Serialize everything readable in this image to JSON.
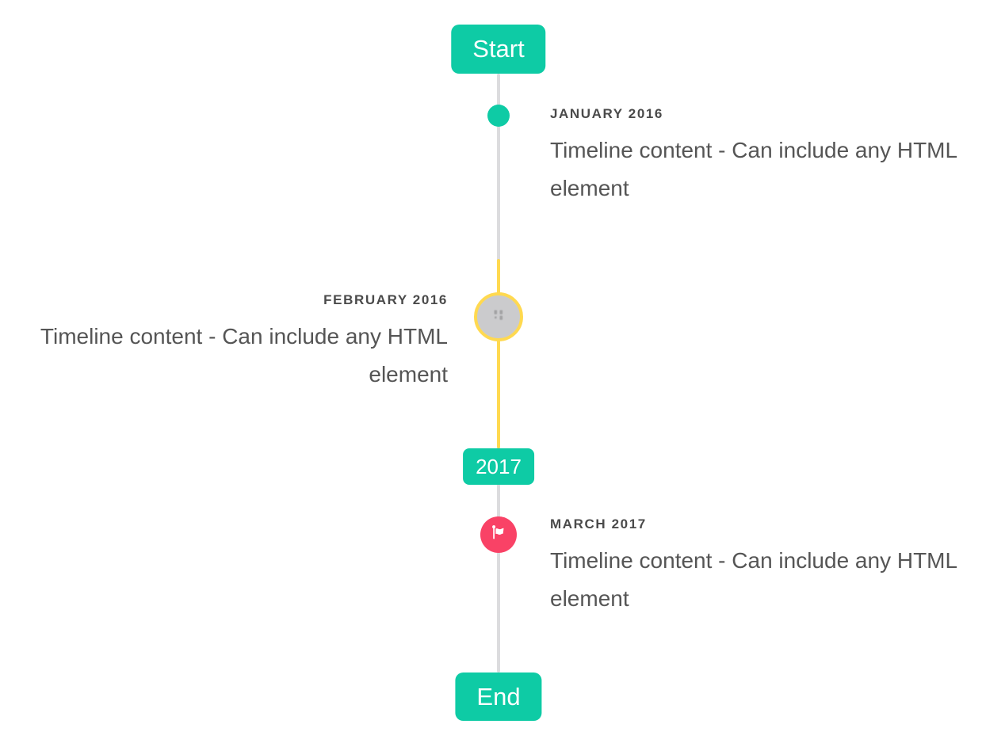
{
  "timeline": {
    "start_badge": "Start",
    "period_badge": "2017",
    "end_badge": "End",
    "items": [
      {
        "title": "JANUARY 2016",
        "content": "Timeline content - Can include any HTML element",
        "side": "right",
        "marker": "teal-dot"
      },
      {
        "title": "FEBRUARY 2016",
        "content": "Timeline content - Can include any HTML element",
        "side": "left",
        "marker": "highlighted-image-circle"
      },
      {
        "title": "MARCH 2017",
        "content": "Timeline content - Can include any HTML element",
        "side": "right",
        "marker": "flag-circle"
      }
    ],
    "colors": {
      "accent_teal": "#0ECBA5",
      "highlight_yellow": "#FFD950",
      "flag_red": "#F94266",
      "line_gray": "#DCDCDE",
      "muted_circle_gray": "#CBCBCD",
      "title_text": "#4A4A4A",
      "content_text": "#555555"
    }
  }
}
